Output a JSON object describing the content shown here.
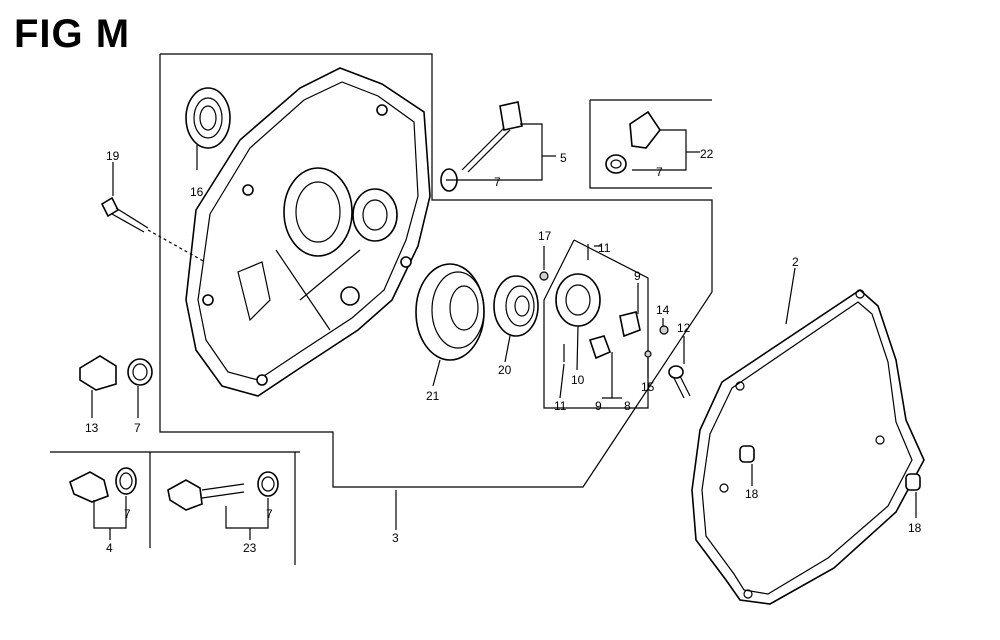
{
  "title": "FIG M",
  "callouts": {
    "c19": "19",
    "c16": "16",
    "c5": "5",
    "c7a": "7",
    "c22": "22",
    "c7b": "7",
    "c17": "17",
    "c11a": "11",
    "c9a": "9",
    "c14": "14",
    "c12": "12",
    "c2": "2",
    "c21": "21",
    "c20": "20",
    "c10": "10",
    "c15": "15",
    "c9b": "9",
    "c8": "8",
    "c11b": "11",
    "c13": "13",
    "c7c": "7",
    "c7d": "7",
    "c4": "4",
    "c7e": "7",
    "c23": "23",
    "c3": "3",
    "c18a": "18",
    "c18b": "18"
  }
}
